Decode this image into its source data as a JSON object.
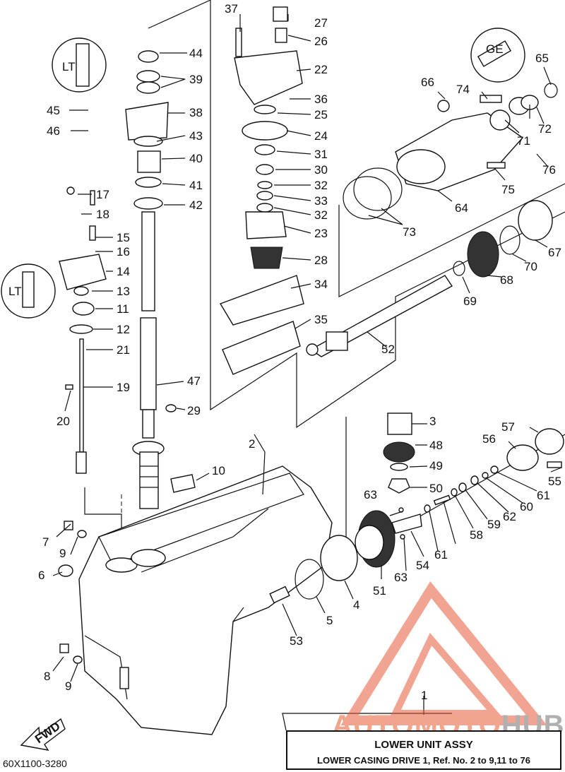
{
  "diagram": {
    "title": "LOWER UNIT ASSY",
    "subtitle": "LOWER CASING DRIVE 1, Ref. No. 2 to 9,11 to 76",
    "drawing_code": "60X1100-3280",
    "direction_label": "FWD",
    "inset_marks": [
      "LT",
      "LT",
      "GE"
    ],
    "watermark": {
      "part_a": "AUTOMOTO",
      "part_b": "HUB",
      "color_a": "#f2a58a",
      "color_b": "#b0b0b0"
    },
    "callouts": [
      "37",
      "27",
      "26",
      "22",
      "36",
      "25",
      "24",
      "31",
      "30",
      "32",
      "33",
      "32",
      "23",
      "28",
      "34",
      "35",
      "44",
      "39",
      "38",
      "45",
      "46",
      "43",
      "40",
      "41",
      "42",
      "17",
      "18",
      "15",
      "16",
      "14",
      "13",
      "11",
      "12",
      "21",
      "19",
      "20",
      "47",
      "29",
      "10",
      "2",
      "7",
      "9",
      "6",
      "8",
      "9",
      "66",
      "74",
      "65",
      "72",
      "71",
      "76",
      "75",
      "64",
      "73",
      "67",
      "70",
      "68",
      "69",
      "52",
      "3",
      "48",
      "49",
      "50",
      "57",
      "56",
      "55",
      "61",
      "60",
      "62",
      "59",
      "58",
      "61",
      "63",
      "63",
      "54",
      "51",
      "4",
      "5",
      "53",
      "1"
    ]
  }
}
